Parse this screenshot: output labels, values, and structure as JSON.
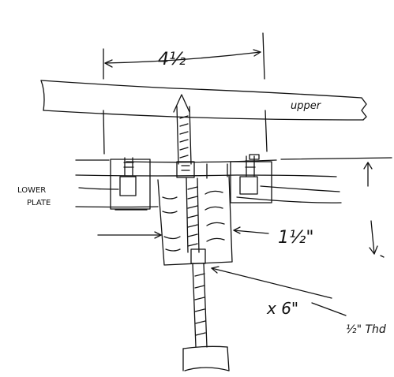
{
  "colors": {
    "ink": "#111111",
    "paper": "#ffffff"
  },
  "labels": {
    "dim_width": "4½",
    "upper": "upper",
    "lower_line1": "LOWER",
    "lower_line2": "PLATE",
    "dim_height": "1½\"",
    "length": "x 6\"",
    "thread": "½\" Thd"
  }
}
